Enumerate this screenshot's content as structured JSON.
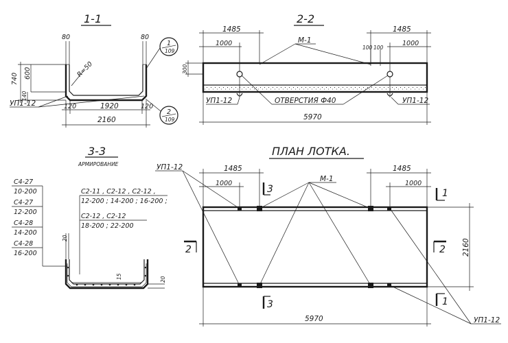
{
  "section_1_1": {
    "title": "1-1",
    "dim_top_left": "80",
    "dim_top_right": "80",
    "dim_height_total": "740",
    "dim_height_inner": "600",
    "dim_slab": "140",
    "dim_radius": "R=50",
    "dim_bottom_left": "120",
    "dim_inner_width": "1920",
    "dim_bottom_right": "120",
    "dim_outer_width": "2160",
    "label_up": "УП1-12",
    "ref_top_num": "1",
    "ref_top_den": "109",
    "ref_bottom_num": "2",
    "ref_bottom_den": "109"
  },
  "section_2_2": {
    "title": "2-2",
    "dim_left": "1485",
    "dim_right": "1485",
    "dim_1000_left": "1000",
    "dim_1000_right": "1000",
    "dim_100_a": "100",
    "dim_100_b": "100",
    "dim_height": "300",
    "label_m1": "М-1",
    "label_holes": "ОТВЕРСТИЯ Ф40",
    "label_up_left": "УП1-12",
    "label_up_right": "УП1-12",
    "dim_total": "5970"
  },
  "section_3_3": {
    "title": "3-3",
    "subtitle": "АРМИРОВАНИЕ",
    "left_labels": [
      {
        "top": "С4-27",
        "bottom": "10-200"
      },
      {
        "top": "С4-27",
        "bottom": "12-200"
      },
      {
        "top": "С4-28",
        "bottom": "14-200"
      },
      {
        "top": "С4-28",
        "bottom": "16-200"
      }
    ],
    "right_labels_row1": "С2-11 , С2-12 , С2-12 ,",
    "right_labels_row2": "12-200 ; 14-200 ; 16-200 ;",
    "right_labels_row3": "С2-12 , С2-12",
    "right_labels_row4": "18-200 ; 22-200",
    "dim_20_left": "20",
    "dim_20_right": "20",
    "dim_15": "15"
  },
  "plan": {
    "title": "ПЛАН ЛОТКА.",
    "label_up_top": "УП1-12",
    "label_up_bottom": "УП1-12",
    "label_m1": "М-1",
    "dim_left": "1485",
    "dim_right": "1485",
    "dim_1000_left": "1000",
    "dim_1000_right": "1000",
    "dim_total": "5970",
    "dim_width": "2160",
    "cut_3": "3",
    "cut_3b": "3",
    "cut_1": "1",
    "cut_1b": "1",
    "cut_2": "2",
    "cut_2b": "2"
  }
}
